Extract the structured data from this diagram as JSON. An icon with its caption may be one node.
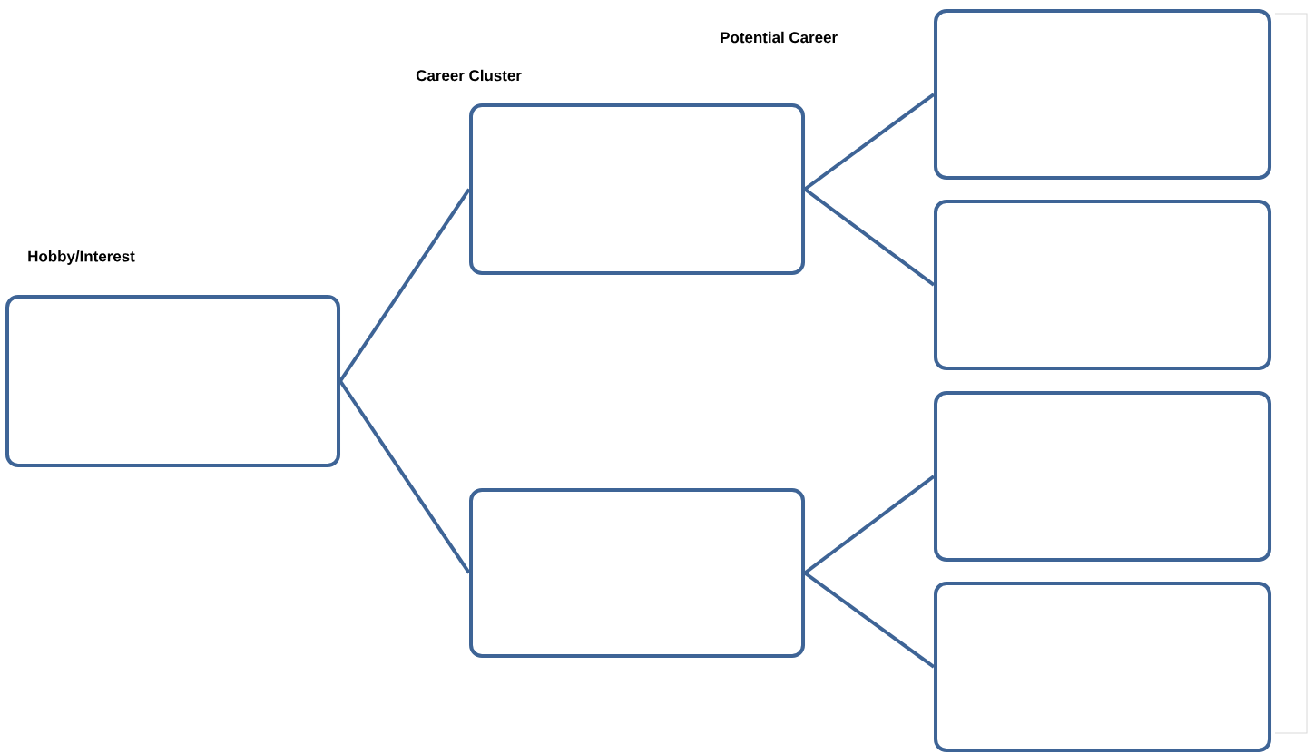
{
  "diagram": {
    "nodes": [
      {
        "text": [],
        "shape": "box"
      },
      {
        "text": [],
        "shape": "box"
      },
      {
        "text": [],
        "shape": "box"
      },
      {
        "text": [],
        "shape": "box"
      },
      {
        "text": [],
        "shape": "box"
      },
      {
        "text": [],
        "shape": "box"
      },
      {
        "text": [],
        "shape": "box"
      }
    ],
    "edges": [
      {
        "from": 0,
        "to": 1,
        "arrow": "none"
      },
      {
        "from": 0,
        "to": 2,
        "arrow": "none"
      },
      {
        "from": 1,
        "to": 3,
        "arrow": "none"
      },
      {
        "from": 1,
        "to": 4,
        "arrow": "none"
      },
      {
        "from": 2,
        "to": 5,
        "arrow": "none"
      },
      {
        "from": 2,
        "to": 6,
        "arrow": "none"
      }
    ],
    "labels": [
      "Potential Career",
      "Career Cluster",
      "Hobby/Interest"
    ]
  }
}
